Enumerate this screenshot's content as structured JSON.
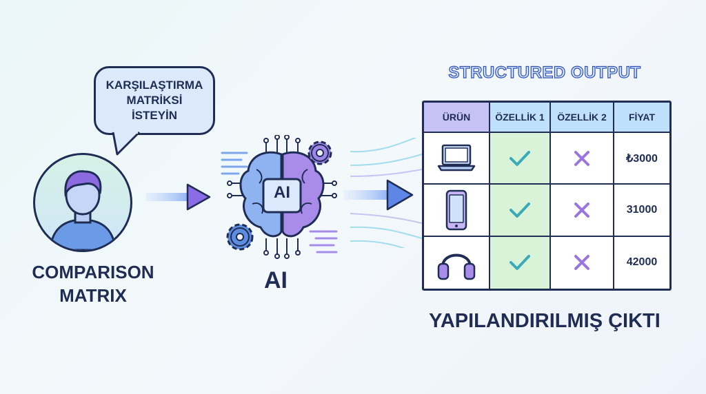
{
  "bubble": {
    "line1": "KARŞILAŞTIRMA",
    "line2": "MATRİKSİ",
    "line3": "İSTEYİN"
  },
  "left_label": {
    "line1": "COMPARISON",
    "line2": "MATRIX"
  },
  "ai": {
    "chip_label": "AI",
    "caption": "AI"
  },
  "output": {
    "title_en": "STRUCTURED OUTPUT",
    "title_tr": "YAPILANDIRILMIŞ ÇIKTI"
  },
  "table": {
    "headers": [
      "ÜRÜN",
      "ÖZELLİK 1",
      "ÖZELLİK 2",
      "FİYAT"
    ],
    "rows": [
      {
        "product_icon": "laptop-icon",
        "feature1": "check-icon",
        "feature2": "cross-icon",
        "price": "₺3000"
      },
      {
        "product_icon": "tablet-icon",
        "feature1": "check-icon",
        "feature2": "cross-icon",
        "price": "31000"
      },
      {
        "product_icon": "headphones-icon",
        "feature1": "check-icon",
        "feature2": "cross-icon",
        "price": "42000"
      }
    ]
  },
  "colors": {
    "navy": "#1f2d55",
    "accent_blue": "#5b7be8",
    "accent_purple": "#8c6be0",
    "check_teal": "#3aa9b8",
    "cross_purple": "#9b74e0"
  }
}
